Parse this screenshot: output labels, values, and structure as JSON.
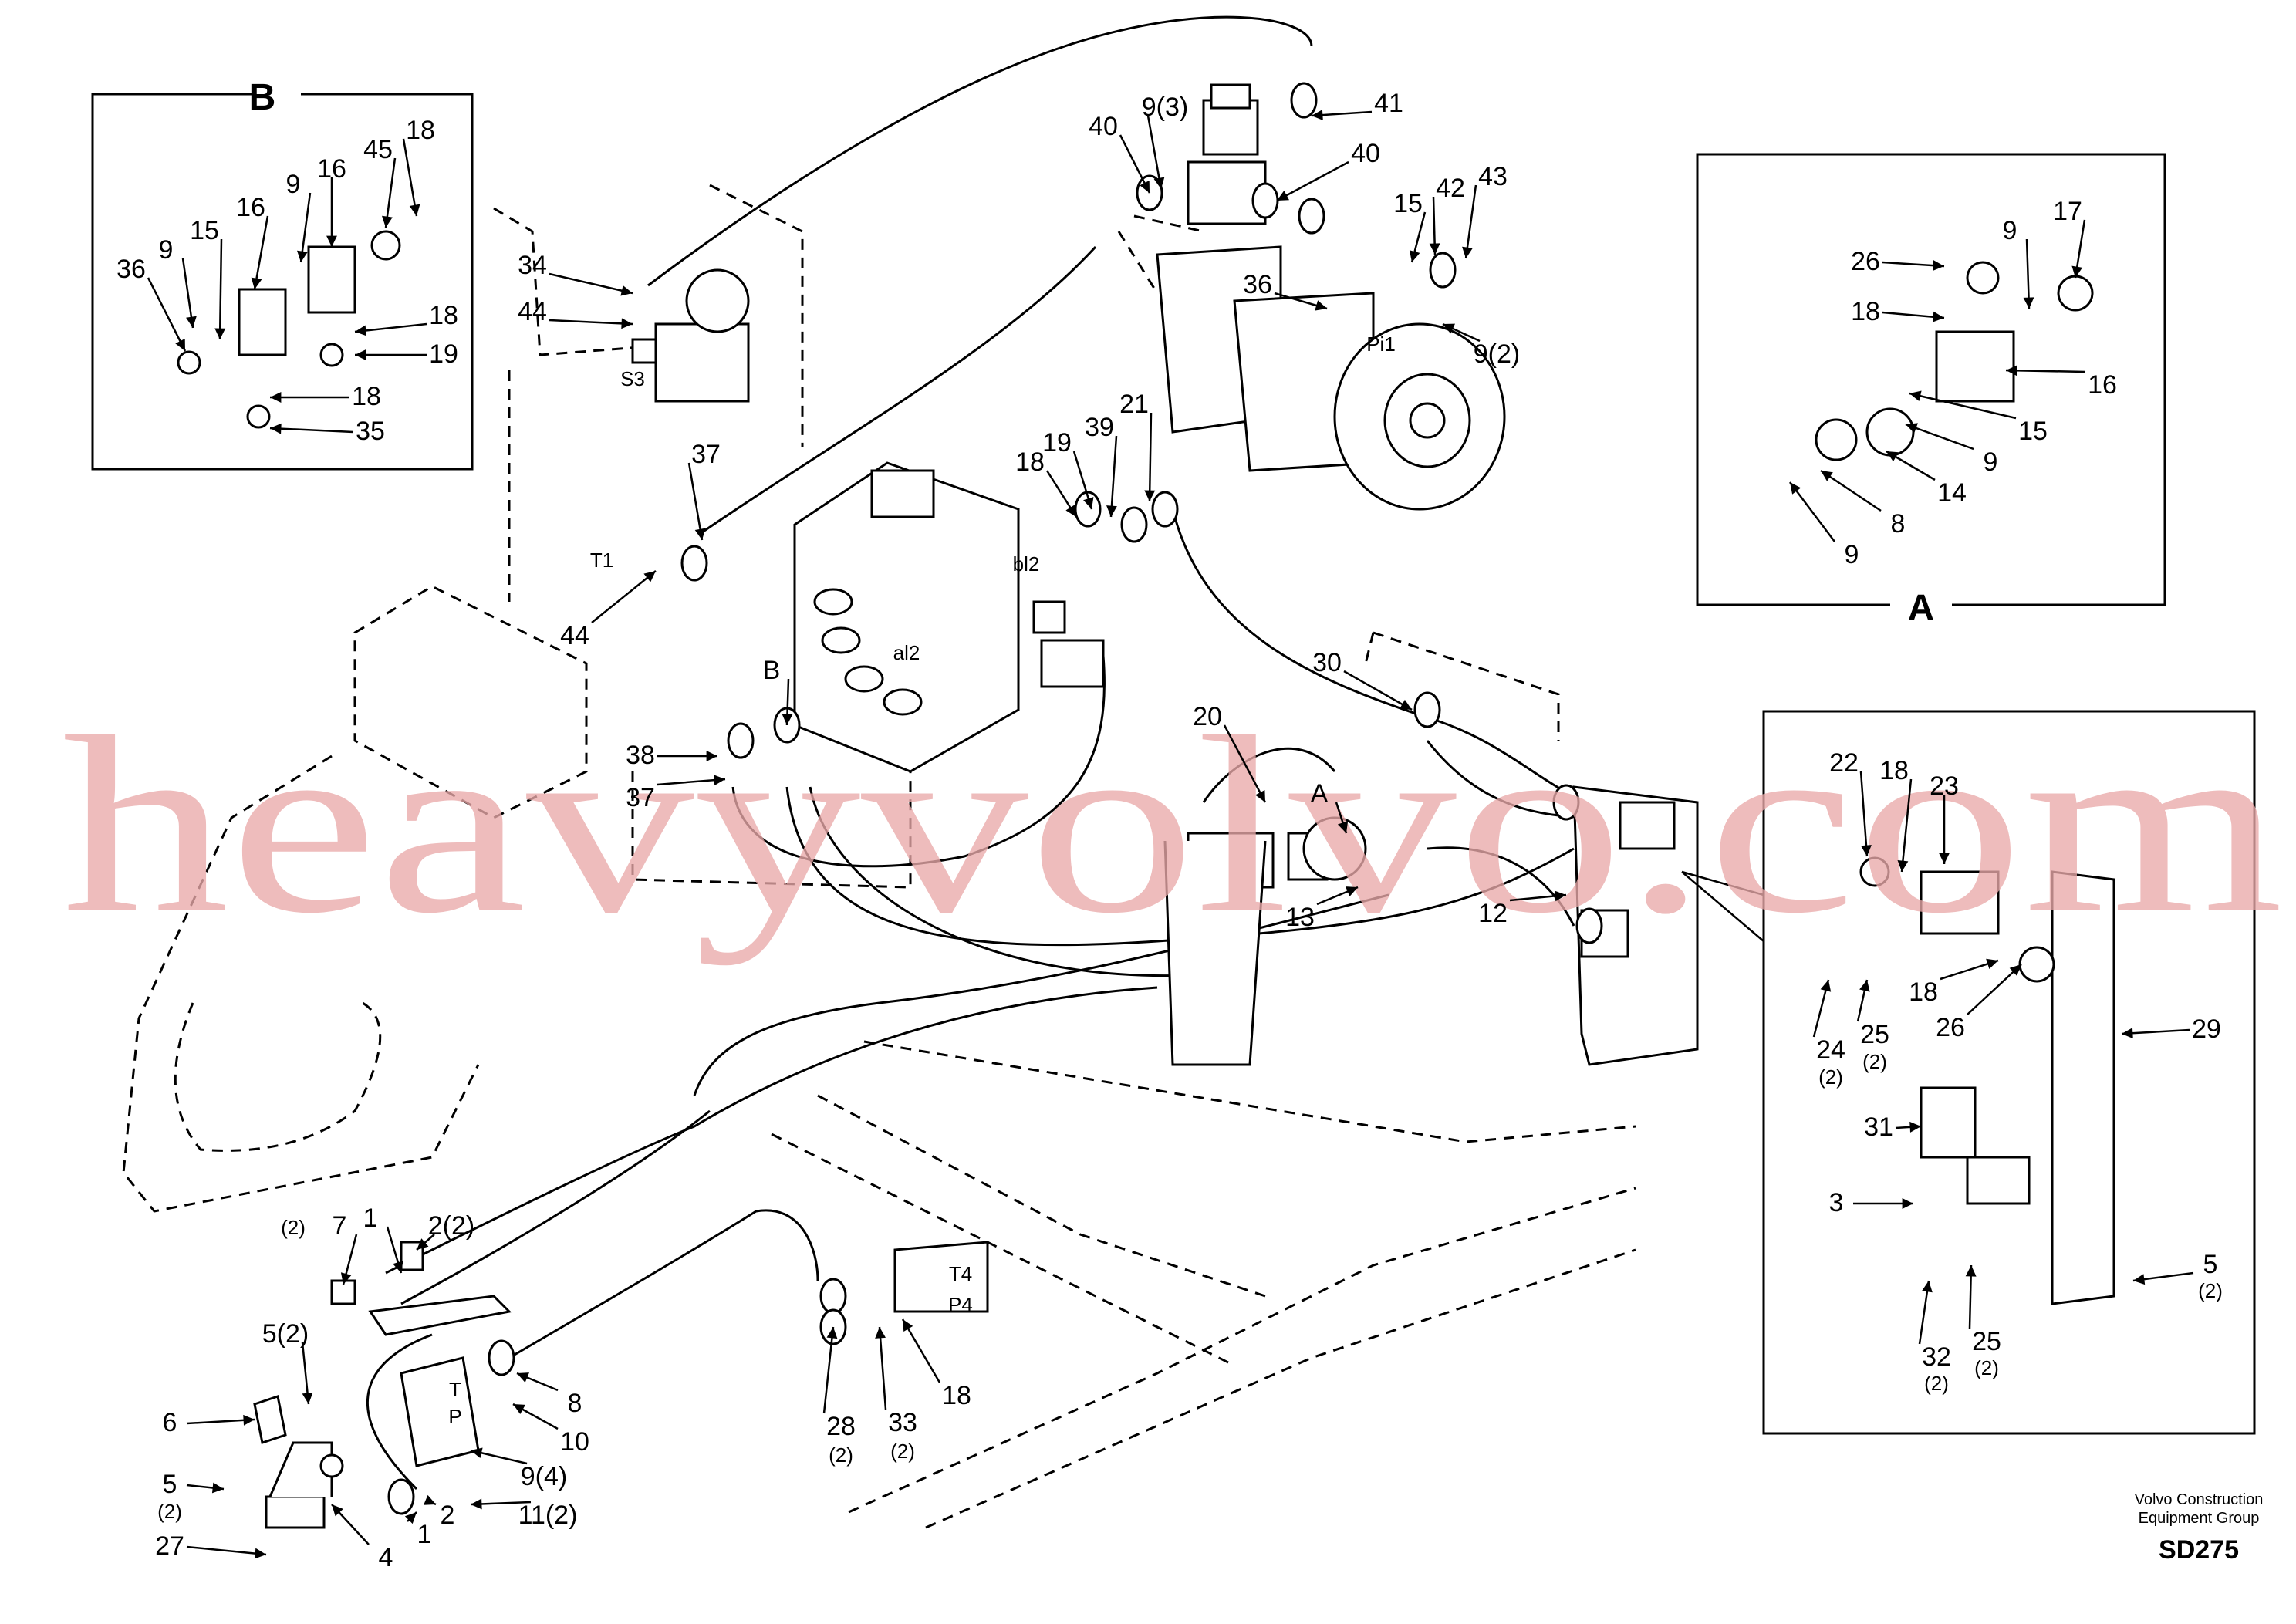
{
  "diagram": {
    "watermark": "heavyvolvo.com",
    "company_lines": [
      "Volvo Construction",
      "Equipment Group"
    ],
    "drawing_code": "SD275",
    "detail_B": {
      "title": "B",
      "callouts": [
        "36",
        "9",
        "15",
        "16",
        "9",
        "16",
        "45",
        "18",
        "18",
        "19",
        "18",
        "35"
      ]
    },
    "detail_A": {
      "title": "A",
      "callouts": [
        "26",
        "9",
        "17",
        "18",
        "16",
        "15",
        "9",
        "14",
        "8",
        "9"
      ]
    },
    "bracket_detail": {
      "callouts": [
        "22",
        "18",
        "23",
        "18",
        "26",
        "24",
        "(2)",
        "25",
        "(2)",
        "29",
        "31",
        "3",
        "32",
        "(2)",
        "25",
        "(2)",
        "5",
        "(2)"
      ]
    },
    "main_callouts": [
      "41",
      "9(3)",
      "40",
      "40",
      "15",
      "42",
      "43",
      "36",
      "9(2)",
      "34",
      "44",
      "37",
      "44",
      "18",
      "19",
      "39",
      "21",
      "B",
      "38",
      "37",
      "30",
      "20",
      "A",
      "13",
      "12",
      "(2)",
      "7",
      "1",
      "2(2)",
      "5(2)",
      "6",
      "5",
      "(2)",
      "27",
      "4",
      "1",
      "2",
      "8",
      "10",
      "9(4)",
      "11(2)",
      "28",
      "(2)",
      "33",
      "(2)",
      "18"
    ],
    "port_labels": [
      "S3",
      "T1",
      "Pi1",
      "bl2",
      "al2",
      "T",
      "P",
      "T4",
      "P4"
    ]
  }
}
